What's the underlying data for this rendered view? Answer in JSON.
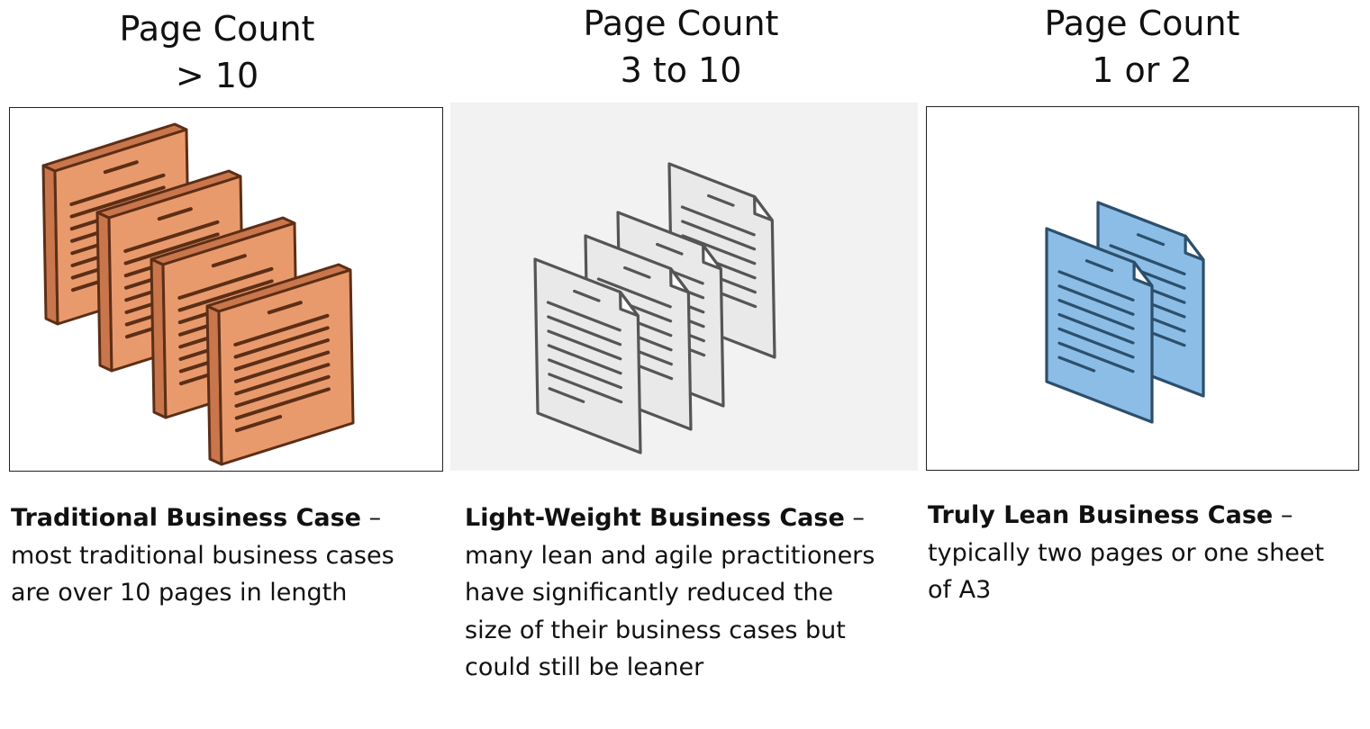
{
  "columns": [
    {
      "heading_line1": "Page Count",
      "heading_line2": "> 10",
      "desc_title": "Traditional Business Case",
      "desc_dash": " –",
      "desc_text": "most traditional business cases are over 10 pages in length",
      "illustration": "thick-document-stack-icon",
      "colors": {
        "fill": "#E99A6C",
        "edge": "#C9764C",
        "stroke": "#5C2E16"
      }
    },
    {
      "heading_line1": "Page Count",
      "heading_line2": "3 to 10",
      "desc_title": "Light-Weight Business Case",
      "desc_dash": " –",
      "desc_text": "many lean and agile practitioners have significantly reduced the size of their business cases but could still be leaner",
      "illustration": "document-pages-icon",
      "colors": {
        "fill": "#E9E9EA",
        "stroke": "#555555",
        "panel_bg": "#F2F2F2"
      }
    },
    {
      "heading_line1": "Page Count",
      "heading_line2": "1 or 2",
      "desc_title": "Truly Lean Business Case",
      "desc_dash": " –",
      "desc_text": "typically two pages or one sheet of A3",
      "illustration": "two-pages-icon",
      "colors": {
        "fill": "#8BBDE7",
        "stroke": "#2C4F6B"
      }
    }
  ]
}
